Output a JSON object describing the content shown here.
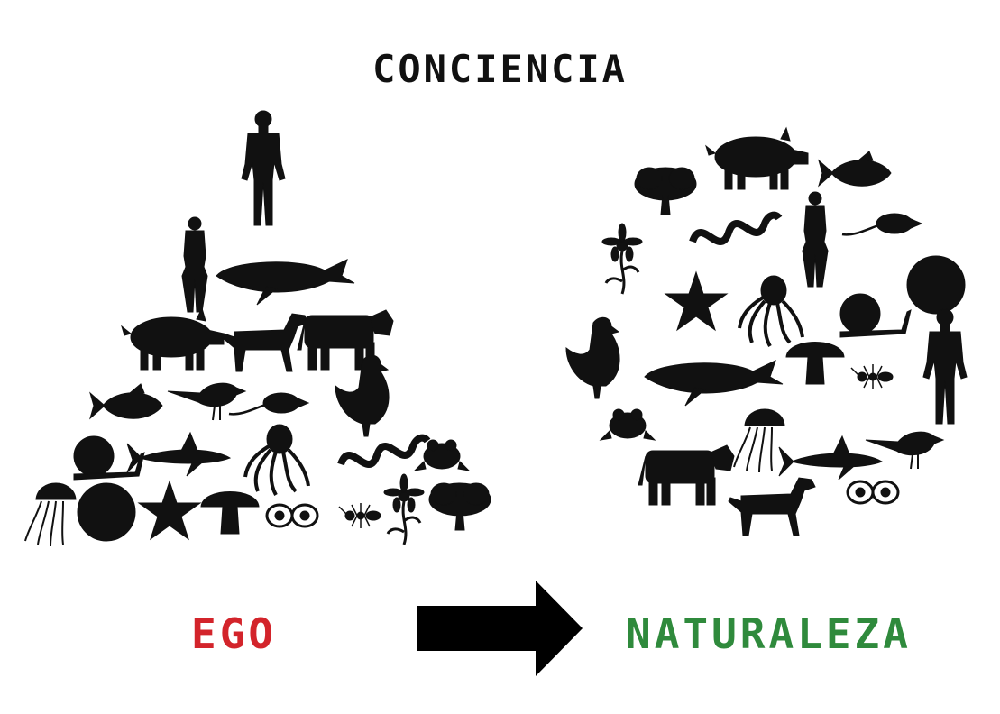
{
  "title": "CONCIENCIA",
  "left_label": "EGO",
  "right_label": "NATURALEZA",
  "colors": {
    "ego": "#d3242b",
    "naturaleza": "#2f8a3c",
    "ink": "#111111"
  },
  "pyramid_icons": [
    "human-icon",
    "woman-icon",
    "whale-icon",
    "pig-icon",
    "dog-icon",
    "cow-icon",
    "fish-icon",
    "bird-icon",
    "rat-icon",
    "hen-icon",
    "snail-icon",
    "shark-icon",
    "octopus-icon",
    "snake-icon",
    "frog-icon",
    "jellyfish-icon",
    "rock-icon",
    "starfish-icon",
    "mushroom-icon",
    "eggs-icon",
    "ant-icon",
    "flower-icon",
    "tree-icon"
  ],
  "circle_icons": [
    "pig-icon",
    "fish-icon",
    "tree-icon",
    "snake-icon",
    "woman-icon",
    "rat-icon",
    "flower-icon",
    "starfish-icon",
    "octopus-icon",
    "snail-icon",
    "rock-icon",
    "hen-icon",
    "whale-icon",
    "mushroom-icon",
    "ant-icon",
    "human-icon",
    "frog-icon",
    "jellyfish-icon",
    "shark-icon",
    "bird-icon",
    "cow-icon",
    "dog-icon",
    "eggs-icon"
  ]
}
